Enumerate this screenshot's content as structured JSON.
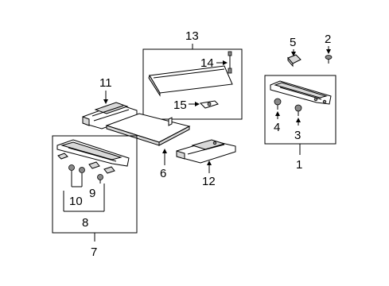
{
  "callouts": {
    "c1": "1",
    "c2": "2",
    "c3": "3",
    "c4": "4",
    "c5": "5",
    "c6": "6",
    "c7": "7",
    "c8": "8",
    "c9": "9",
    "c10": "10",
    "c11": "11",
    "c12": "12",
    "c13": "13",
    "c14": "14",
    "c15": "15"
  },
  "colors": {
    "line": "#000000",
    "fill": "#ffffff",
    "shade": "#d8d8d8",
    "dark": "#8a8a8a"
  }
}
